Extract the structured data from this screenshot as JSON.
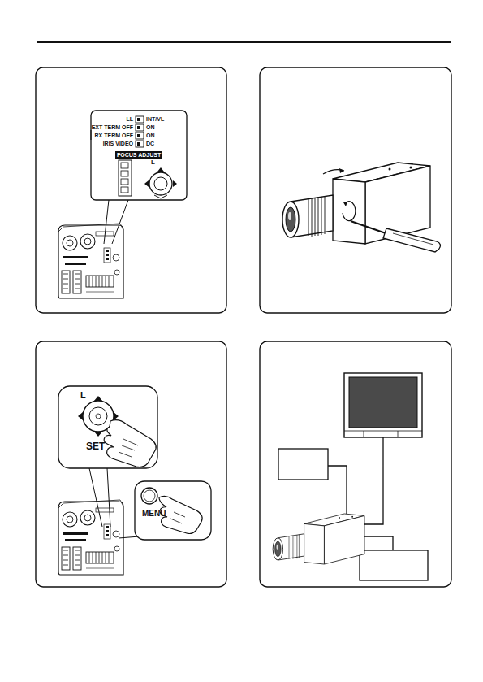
{
  "diagram": {
    "labels": [
      "LL",
      "INT/VL",
      "EXT TERM OFF",
      "ON",
      "RX TERM OFF",
      "ON",
      "IRIS VIDEO",
      "DC",
      "FOCUS ADJUST",
      "L",
      "L",
      "SET",
      "MENU"
    ]
  }
}
